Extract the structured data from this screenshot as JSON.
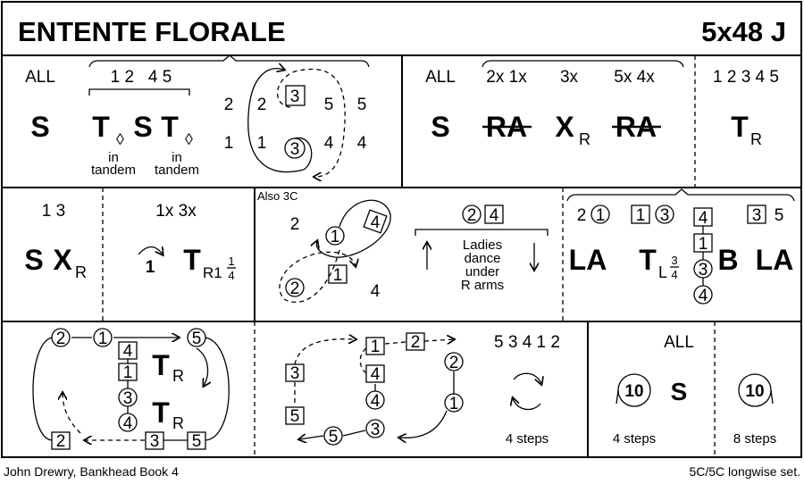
{
  "title": "ENTENTE FLORALE",
  "formation": "5x48 J",
  "footer": {
    "left": "John Drewry, Bankhead Book 4",
    "right": "5C/5C longwise set."
  },
  "row1": {
    "a": {
      "all": "ALL",
      "couples": "1 2   4 5",
      "s1": "S",
      "t1": "T",
      "s2": "S",
      "t2": "T",
      "diamond": "◊",
      "in": "in",
      "tandem": "tandem",
      "top": [
        "2",
        "2",
        "3",
        "5",
        "5"
      ],
      "bottom": [
        "1",
        "1",
        "3",
        "4",
        "4"
      ]
    },
    "b": {
      "all": "ALL",
      "c1": "2x 1x",
      "c2": "3x",
      "c3": "5x 4x",
      "s": "S",
      "ra1": "RA",
      "x": "X",
      "xsub": "R",
      "ra2": "RA"
    },
    "c": {
      "couples": "1 2 3 4 5",
      "t": "T",
      "tsub": "R"
    }
  },
  "row2": {
    "a": {
      "couples": "1 3",
      "s": "S",
      "x": "X",
      "xsub": "R"
    },
    "b": {
      "couples": "1x 3x",
      "one": "1",
      "t": "T",
      "tsub": "R1",
      "num": "1",
      "den": "4"
    },
    "c": {
      "note": "Also 3C",
      "n2": "2",
      "c1": "1",
      "d4": "4",
      "c2": "2",
      "b1": "1",
      "n4": "4",
      "head_c": "2",
      "head_b": "4",
      "text": [
        "Ladies",
        "dance",
        "under",
        "R arms"
      ]
    },
    "d": {
      "n2": "2",
      "c1": "1",
      "b1": "1",
      "c3": "3",
      "b3": "3",
      "n5": "5",
      "la1": "LA",
      "t": "T",
      "tsub": "L",
      "num": "3",
      "den": "4",
      "col": [
        "4",
        "1",
        "3",
        "4"
      ],
      "b": "B",
      "la2": "LA"
    }
  },
  "row3": {
    "a": {
      "c2": "2",
      "c1": "1",
      "c5": "5",
      "b4": "4",
      "b1": "1",
      "t1": "T",
      "t1sub": "R",
      "c3": "3",
      "c4": "4",
      "t2": "T",
      "t2sub": "R",
      "b2": "2",
      "b3": "3",
      "b5": "5"
    },
    "b": {
      "b1": "1",
      "b2": "2",
      "b3": "3",
      "b4": "4",
      "c2": "2",
      "c4": "4",
      "c1": "1",
      "b5": "5",
      "c5": "5",
      "c3": "3",
      "order": "5 3 4 1 2",
      "steps": "4 steps"
    },
    "c": {
      "all": "ALL",
      "ten1": "10",
      "s": "S",
      "steps1": "4 steps",
      "ten2": "10",
      "steps2": "8 steps"
    }
  }
}
